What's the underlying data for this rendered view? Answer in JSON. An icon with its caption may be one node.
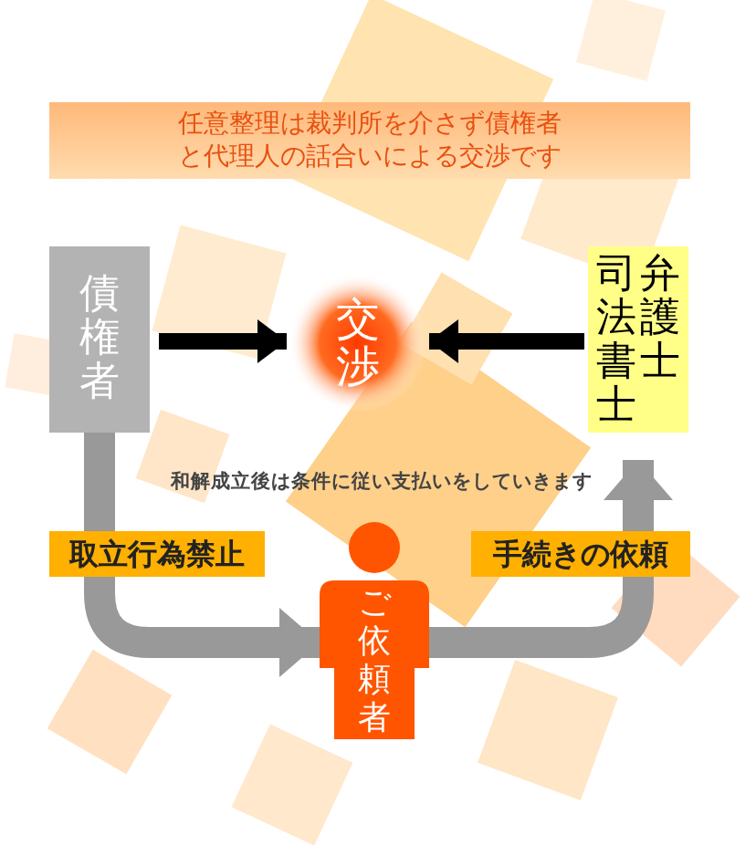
{
  "diagram": {
    "nodes": [
      {
        "text": [
          "任意整理は裁判所を介さず債権者と代理人の話合いによる交渉です"
        ]
      },
      {
        "text": [
          "債権者"
        ]
      },
      {
        "text": [
          "交渉"
        ]
      },
      {
        "text": [
          "司法書士",
          "弁護士"
        ]
      },
      {
        "text": [
          "ご依頼者"
        ]
      }
    ],
    "edges": [
      {
        "from": 1,
        "to": 2,
        "arrow": "to"
      },
      {
        "from": 3,
        "to": 2,
        "arrow": "to"
      },
      {
        "from": 1,
        "to": 4,
        "arrow": "to",
        "label": "取立行為禁止",
        "style": "thick",
        "color": "#999999"
      },
      {
        "from": 4,
        "to": 3,
        "arrow": "to",
        "label": "手続きの依頼",
        "style": "thick",
        "color": "#999999"
      }
    ],
    "labels": [
      "和解成立後は条件に従い支払いをしていきます"
    ]
  }
}
